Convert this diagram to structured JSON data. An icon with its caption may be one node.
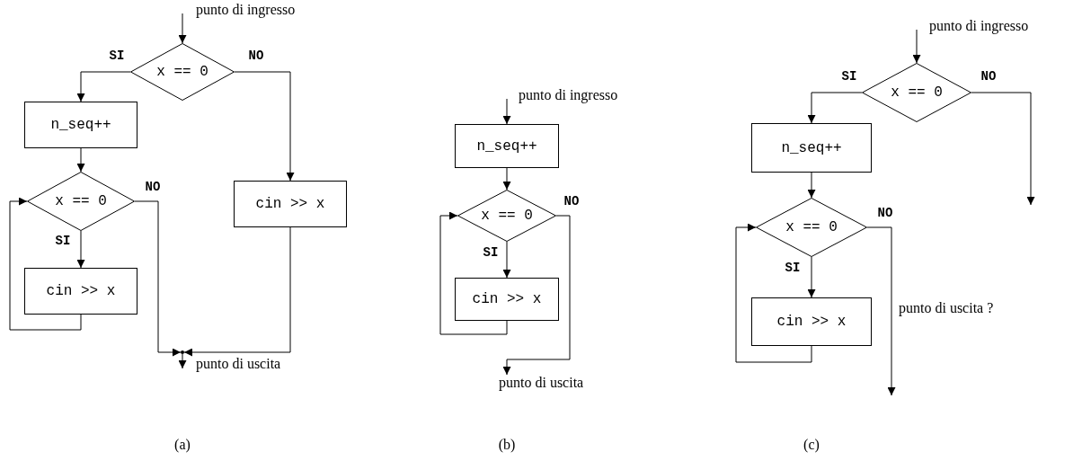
{
  "diagram": {
    "nodes": [
      {
        "text": [
          "x == 0"
        ]
      },
      {
        "text": [
          "n_seq++"
        ]
      },
      {
        "text": [
          "x == 0"
        ]
      },
      {
        "text": [
          "cin >> x"
        ]
      },
      {
        "text": [
          "cin >> x"
        ]
      },
      {
        "text": [],
        "shape": "dot"
      },
      {
        "text": [
          "n_seq++"
        ]
      },
      {
        "text": [
          "x == 0"
        ]
      },
      {
        "text": [
          "cin >> x"
        ]
      },
      {
        "text": [
          "x == 0"
        ]
      },
      {
        "text": [
          "n_seq++"
        ]
      },
      {
        "text": [
          "x == 0"
        ]
      },
      {
        "text": [
          "cin >> x"
        ]
      },
      {
        "text": [
          "punto di uscita"
        ]
      },
      {
        "text": [
          "punto di uscita"
        ]
      }
    ],
    "edges": [
      {
        "from": null,
        "to": 0,
        "arrow": "to"
      },
      {
        "from": 0,
        "to": 1,
        "arrow": "to",
        "label": "SI"
      },
      {
        "from": 0,
        "to": 3,
        "arrow": "to",
        "label": "NO"
      },
      {
        "from": 1,
        "to": 2,
        "arrow": "to"
      },
      {
        "from": 2,
        "to": 4,
        "arrow": "to",
        "label": "SI"
      },
      {
        "from": 4,
        "to": 2,
        "arrow": "to"
      },
      {
        "from": 2,
        "to": 5,
        "arrow": "to",
        "label": "NO"
      },
      {
        "from": 3,
        "to": 5,
        "arrow": "to"
      },
      {
        "from": 5,
        "to": 13,
        "arrow": "to"
      },
      {
        "from": null,
        "to": 6,
        "arrow": "to"
      },
      {
        "from": 6,
        "to": 7,
        "arrow": "to"
      },
      {
        "from": 7,
        "to": 8,
        "arrow": "to",
        "label": "SI"
      },
      {
        "from": 8,
        "to": 7,
        "arrow": "to"
      },
      {
        "from": 7,
        "to": 14,
        "arrow": "to",
        "label": "NO"
      },
      {
        "from": null,
        "to": 9,
        "arrow": "to"
      },
      {
        "from": 9,
        "to": 10,
        "arrow": "to",
        "label": "SI"
      },
      {
        "from": 9,
        "to": null,
        "arrow": "to",
        "label": "NO"
      },
      {
        "from": 10,
        "to": 11,
        "arrow": "to"
      },
      {
        "from": 11,
        "to": 12,
        "arrow": "to",
        "label": "SI"
      },
      {
        "from": 12,
        "to": 11,
        "arrow": "to"
      },
      {
        "from": 11,
        "to": null,
        "arrow": "to",
        "label": "NO"
      }
    ],
    "labels": [
      "punto di ingresso",
      "punto di ingresso",
      "punto di ingresso",
      "punto di uscita ?",
      "(a)",
      "(b)",
      "(c)"
    ]
  }
}
